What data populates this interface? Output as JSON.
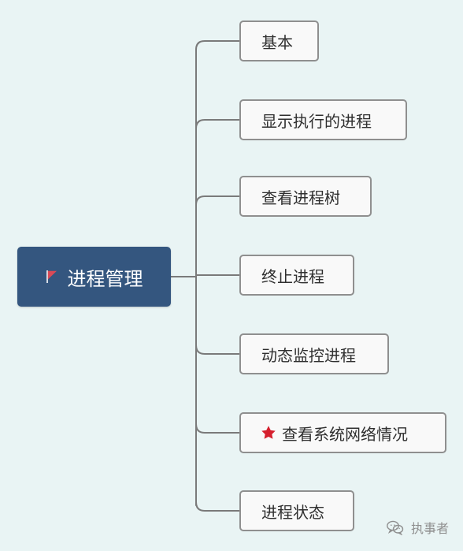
{
  "root": {
    "label": "进程管理",
    "icon": "flag-icon"
  },
  "branches": [
    {
      "label": "基本"
    },
    {
      "label": "显示执行的进程"
    },
    {
      "label": "查看进程树"
    },
    {
      "label": "终止进程"
    },
    {
      "label": "动态监控进程"
    },
    {
      "label": "查看系统网络情况",
      "icon": "star-icon"
    },
    {
      "label": "进程状态"
    }
  ],
  "watermark": {
    "label": "执事者",
    "icon": "wechat-icon"
  },
  "colors": {
    "background": "#e9f4f4",
    "root_fill": "#34567f",
    "node_fill": "#f9f9f9",
    "node_border": "#8f8f8f",
    "connector": "#7a7a7a",
    "flag": "#d94a57",
    "star": "#d51f2d"
  }
}
